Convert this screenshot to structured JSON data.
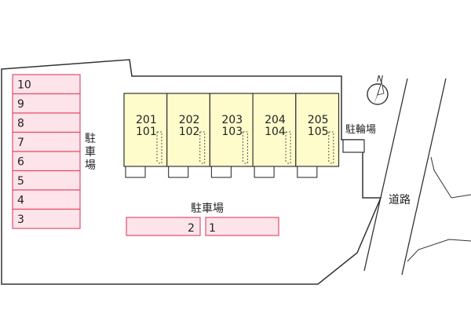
{
  "parking_side": {
    "label_chars": [
      "駐",
      "車",
      "場"
    ],
    "spaces": [
      "10",
      "9",
      "8",
      "7",
      "6",
      "5",
      "4",
      "3"
    ]
  },
  "parking_bottom": {
    "label": "駐車場",
    "spaces": [
      "2",
      "1"
    ]
  },
  "units": [
    {
      "upper": "201",
      "lower": "101"
    },
    {
      "upper": "202",
      "lower": "102"
    },
    {
      "upper": "203",
      "lower": "103"
    },
    {
      "upper": "204",
      "lower": "104"
    },
    {
      "upper": "205",
      "lower": "105"
    }
  ],
  "bicycle_parking": {
    "label": "駐輪場"
  },
  "road": {
    "label": "道路"
  },
  "compass": {
    "label": "N"
  },
  "colors": {
    "parking_fill": "#fde3ea",
    "parking_stroke": "#e0506a",
    "building_fill": "#fefccb",
    "outline": "#333333"
  }
}
